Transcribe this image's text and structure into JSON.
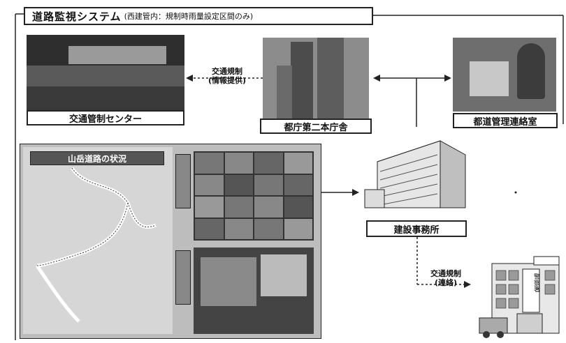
{
  "title": {
    "main": "道路監視システム",
    "sub": "(西建管内：規制時雨量設定区間のみ)"
  },
  "nodes": {
    "traffic_center": "交通管制センター",
    "tocho": "都庁第二本庁舎",
    "road_office": "都道管理連絡室",
    "construction_office": "建設事務所"
  },
  "panel": {
    "map_title": "山岳道路の状況"
  },
  "arrows": {
    "info_provision_line1": "交通規制",
    "info_provision_line2": "(情報提供)",
    "contact_line1": "交通規制",
    "contact_line2": "(連絡)"
  },
  "police_sign": "警察署"
}
